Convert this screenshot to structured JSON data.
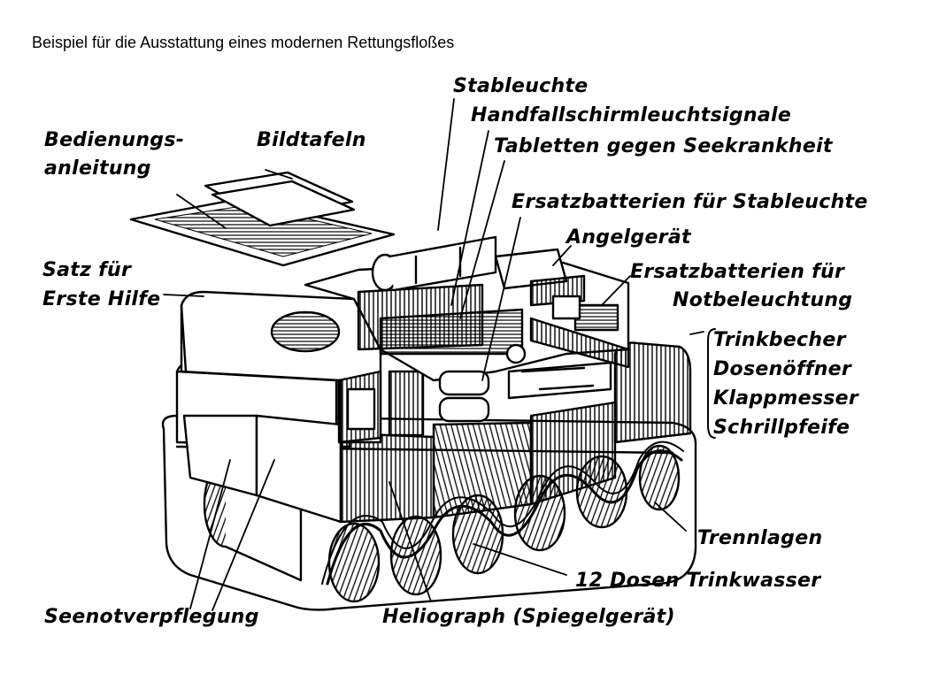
{
  "title": "Beispiel für die Ausstattung eines modernen Rettungsfloßes",
  "labels": {
    "stableuchte": "Stableuchte",
    "handfall": "Handfallschirmleuchtsignale",
    "tabletten": "Tabletten gegen Seekrankheit",
    "bedienung_1": "Bedienungs-",
    "bedienung_2": "anleitung",
    "bildtafeln": "Bildtafeln",
    "ersatz_stab": "Ersatzbatterien für Stableuchte",
    "angel": "Angelgerät",
    "ersatz_not_1": "Ersatzbatterien für",
    "ersatz_not_2": "Notbeleuchtung",
    "erste_1": "Satz für",
    "erste_2": "Erste Hilfe",
    "trinkbecher": "Trinkbecher",
    "dosenoeffner": "Dosenöffner",
    "klappmesser": "Klappmesser",
    "schrillpfeife": "Schrillpfeife",
    "trennlagen": "Trennlagen",
    "dosen": "12 Dosen Trinkwasser",
    "seenot": "Seenotverpflegung",
    "helio": "Heliograph (Spiegelgerät)"
  }
}
